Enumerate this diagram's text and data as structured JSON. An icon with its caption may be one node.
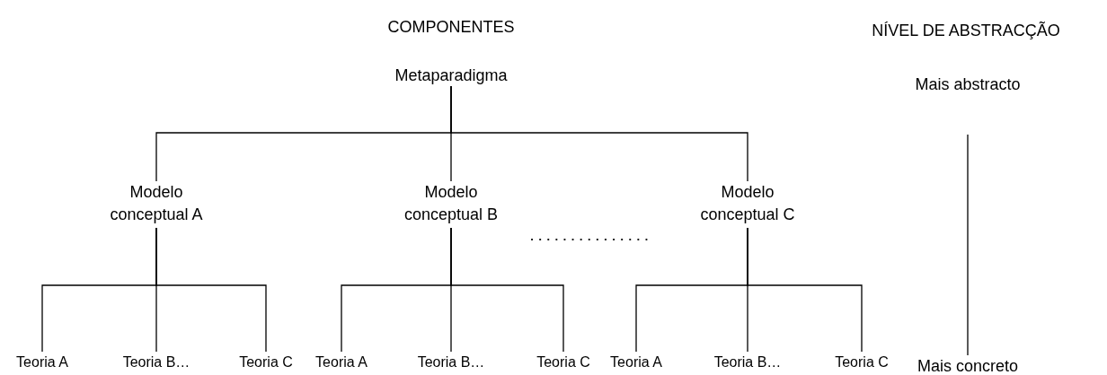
{
  "diagram": {
    "title": "COMPONENTES",
    "nodes": [
      {
        "text": [
          "Metaparadigma"
        ]
      },
      {
        "text": [
          "Modelo conceptual A"
        ]
      },
      {
        "text": [
          "Modelo conceptual B"
        ]
      },
      {
        "text": [
          "Modelo conceptual C"
        ]
      },
      {
        "text": [
          "Teoria A"
        ]
      },
      {
        "text": [
          "Teoria B…"
        ]
      },
      {
        "text": [
          "Teoria C"
        ]
      },
      {
        "text": [
          "Teoria A"
        ]
      },
      {
        "text": [
          "Teoria B…"
        ]
      },
      {
        "text": [
          "Teoria C"
        ]
      },
      {
        "text": [
          "Teoria A"
        ]
      },
      {
        "text": [
          "Teoria B…"
        ]
      },
      {
        "text": [
          "Teoria C"
        ]
      },
      {
        "text": [
          "Mais abstracto"
        ]
      },
      {
        "text": [
          "Mais concreto"
        ]
      }
    ],
    "edges": [
      {
        "from": 0,
        "to": 1,
        "arrow": "none"
      },
      {
        "from": 0,
        "to": 2,
        "arrow": "none"
      },
      {
        "from": 0,
        "to": 3,
        "arrow": "none"
      },
      {
        "from": 1,
        "to": 4,
        "arrow": "none"
      },
      {
        "from": 1,
        "to": 5,
        "arrow": "none"
      },
      {
        "from": 1,
        "to": 6,
        "arrow": "none"
      },
      {
        "from": 2,
        "to": 7,
        "arrow": "none"
      },
      {
        "from": 2,
        "to": 8,
        "arrow": "none"
      },
      {
        "from": 2,
        "to": 9,
        "arrow": "none"
      },
      {
        "from": 3,
        "to": 10,
        "arrow": "none"
      },
      {
        "from": 3,
        "to": 11,
        "arrow": "none"
      },
      {
        "from": 3,
        "to": 12,
        "arrow": "none"
      },
      {
        "from": 13,
        "to": 14,
        "arrow": "none"
      }
    ],
    "labels": [
      "NÍVEL DE ABSTRACÇÃO"
    ]
  }
}
